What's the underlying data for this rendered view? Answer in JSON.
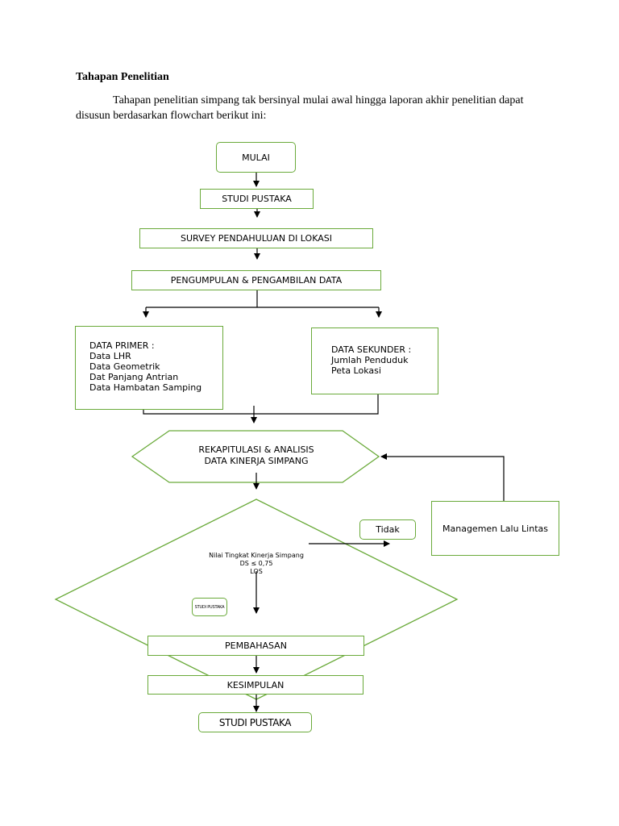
{
  "document": {
    "heading": "Tahapan Penelitian",
    "intro": "Tahapan penelitian simpang tak bersinyal mulai awal hingga laporan akhir penelitian dapat disusun berdasarkan flowchart berikut ini:"
  },
  "flowchart": {
    "mulai": "MULAI",
    "studi_pustaka": "STUDI PUSTAKA",
    "survey": "SURVEY PENDAHULUAN DI LOKASI",
    "pengumpulan": "PENGUMPULAN & PENGAMBILAN DATA",
    "data_primer": "DATA PRIMER :\n      Data LHR\nData Geometrik\nDat Panjang Antrian\nData Hambatan Samping",
    "data_sekunder": "DATA SEKUNDER :\nJumlah Penduduk\nPeta Lokasi",
    "rekapitulasi": "REKAPITULASI & ANALISIS\nDATA KINERJA SIMPANG",
    "decision": "Nilai Tingkat Kinerja Simpang\nDS ≤ 0,75\nLOS",
    "tidak": "Tidak",
    "managemen": "Managemen Lalu Lintas",
    "small_label": "STUDI PUSTAKA",
    "pembahasan": "PEMBAHASAN",
    "kesimpulan": "KESIMPULAN",
    "studi_pustaka_end": "STUDI PUSTAKA"
  },
  "colors": {
    "box_border": "#6aaa3a",
    "line": "#000000"
  }
}
